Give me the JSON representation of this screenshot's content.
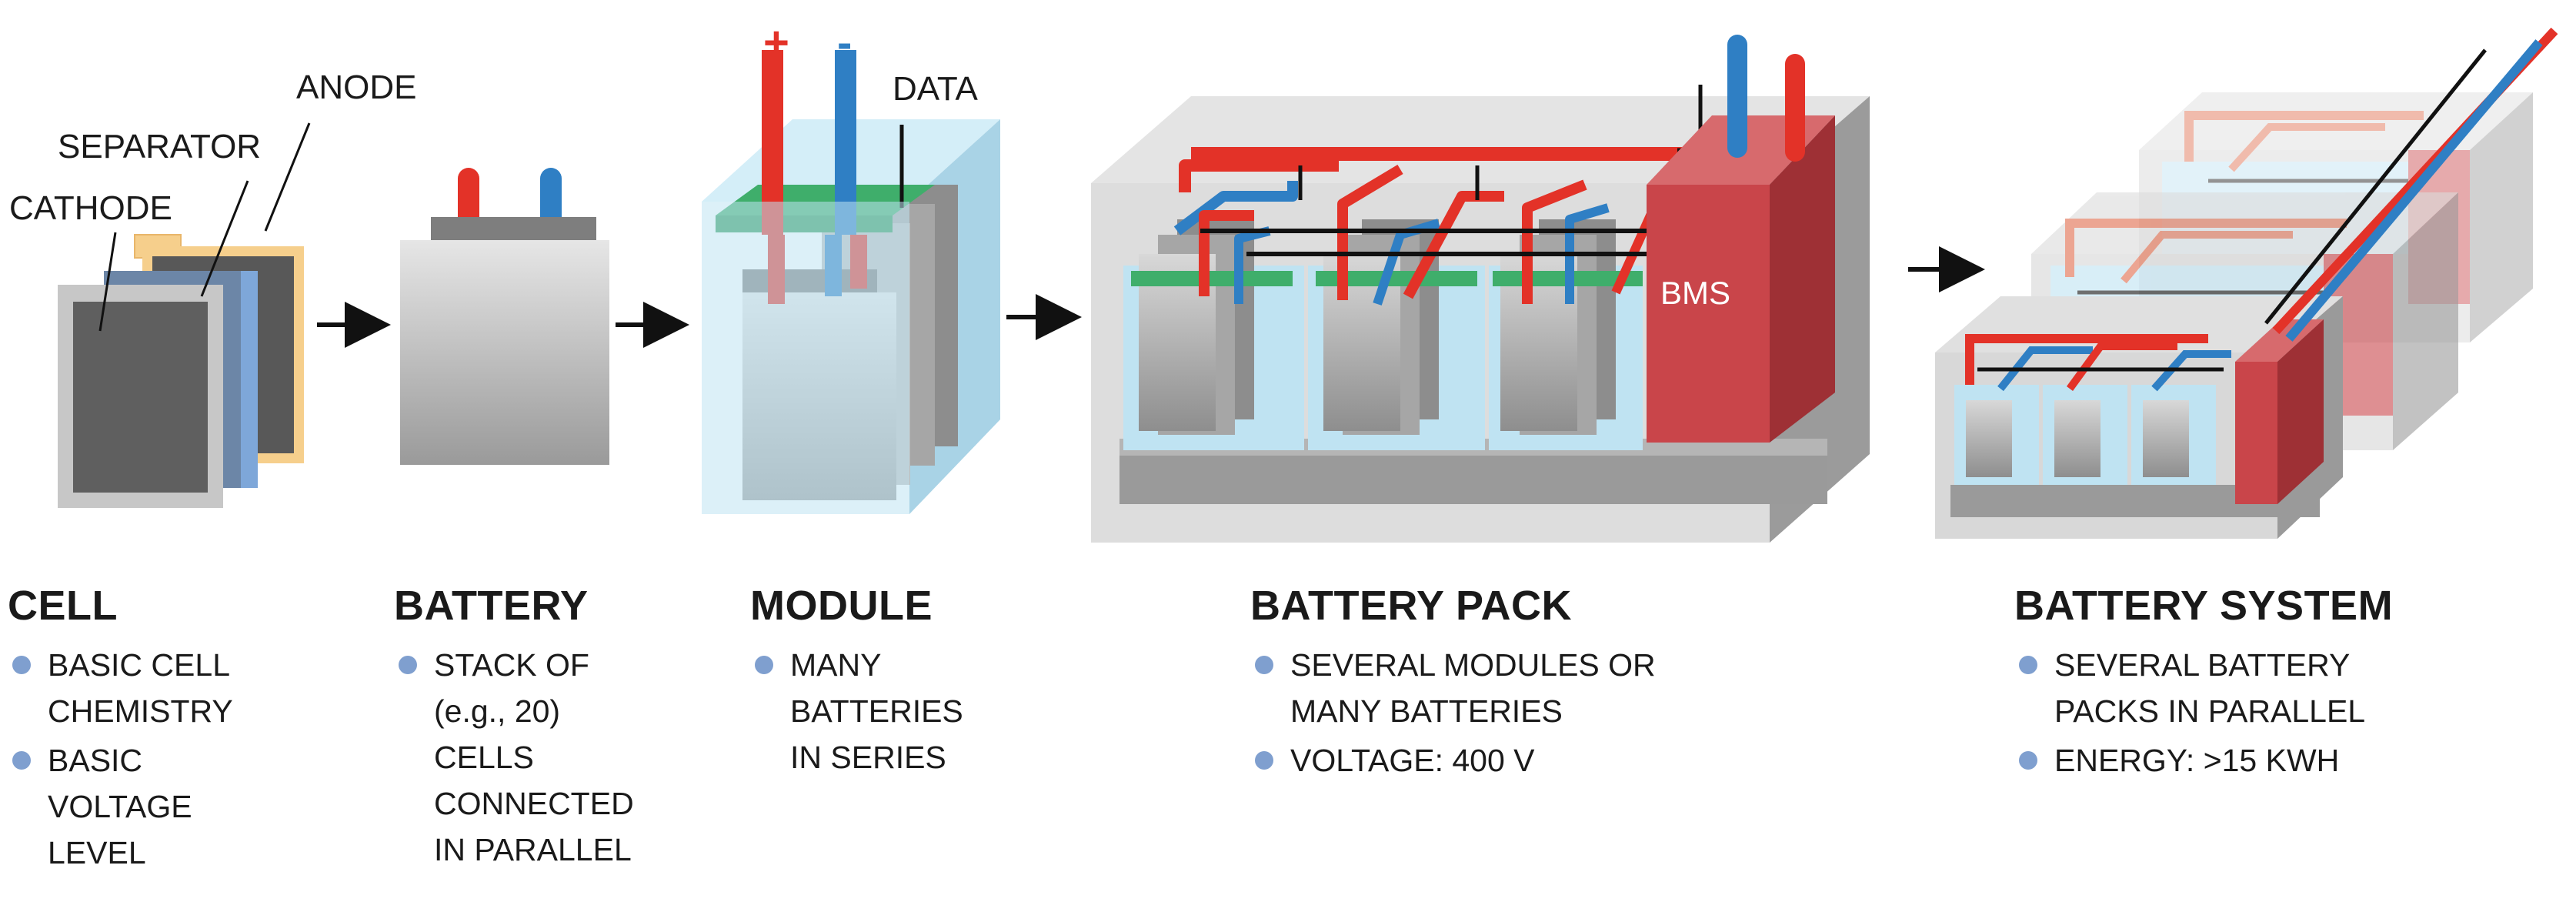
{
  "labels": {
    "anode": "ANODE",
    "separator": "SEPARATOR",
    "cathode": "CATHODE",
    "plus": "+",
    "minus": "-",
    "data": "DATA",
    "bms": "BMS"
  },
  "colors": {
    "red": "#e33228",
    "blue": "#2f7fc4",
    "green": "#3fae6b",
    "bms": "#c9454a",
    "module_blue": "#bfe3f2",
    "anode_orange": "#f6cf8c",
    "separator_blue": "#7ea7d9",
    "cell_dark": "#5f5f5f",
    "bullet": "#7f9fcf"
  },
  "stages": [
    {
      "title": "CELL",
      "bullets": [
        "BASIC CELL\nCHEMISTRY",
        "BASIC\nVOLTAGE\nLEVEL"
      ]
    },
    {
      "title": "BATTERY",
      "bullets": [
        "STACK OF\n(e.g., 20)\nCELLS\nCONNECTED\nIN PARALLEL"
      ]
    },
    {
      "title": "MODULE",
      "bullets": [
        "MANY\nBATTERIES\nIN  SERIES"
      ]
    },
    {
      "title": "BATTERY PACK",
      "bullets": [
        "SEVERAL MODULES OR\nMANY BATTERIES",
        "VOLTAGE: 400 V"
      ]
    },
    {
      "title": "BATTERY SYSTEM",
      "bullets": [
        "SEVERAL BATTERY\nPACKS IN PARALLEL",
        "ENERGY: >15 KWH"
      ]
    }
  ]
}
